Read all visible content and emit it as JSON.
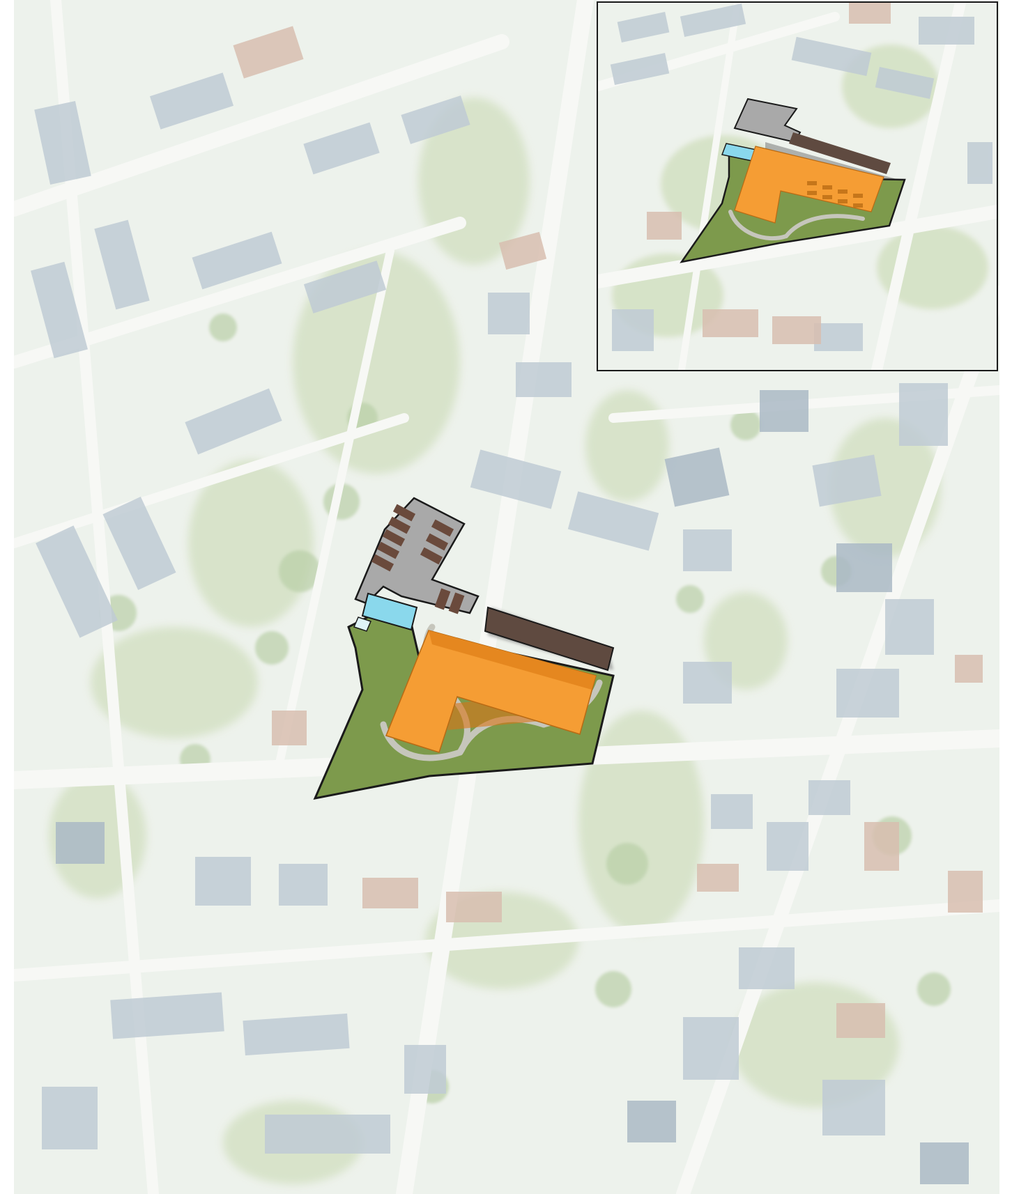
{
  "map": {
    "kind": "aerial site plan",
    "colors": {
      "aerial_base": "#e8eee6",
      "roofs": [
        "#9fb1bf",
        "#aab8c3",
        "#c8a38f",
        "#b7c3cc",
        "#8ea1b1"
      ],
      "vegetation": "#bfd3a8",
      "road": "#f2f4f1",
      "site_grass": "#7d9a4c",
      "site_outline": "#1a1a1a",
      "building": "#f39c33",
      "building_shadow": "#6e6e6e",
      "parking_surface": "#a9a9a9",
      "parking_bays": "#6a4a3c",
      "pool": "#8ad8ec",
      "paths": "#c2c2b8"
    },
    "features": [
      "aerial-photo",
      "site-plot",
      "l-shaped-building",
      "parking-area",
      "pool",
      "footpaths",
      "inset-view"
    ]
  },
  "inset": {
    "visible": true
  }
}
